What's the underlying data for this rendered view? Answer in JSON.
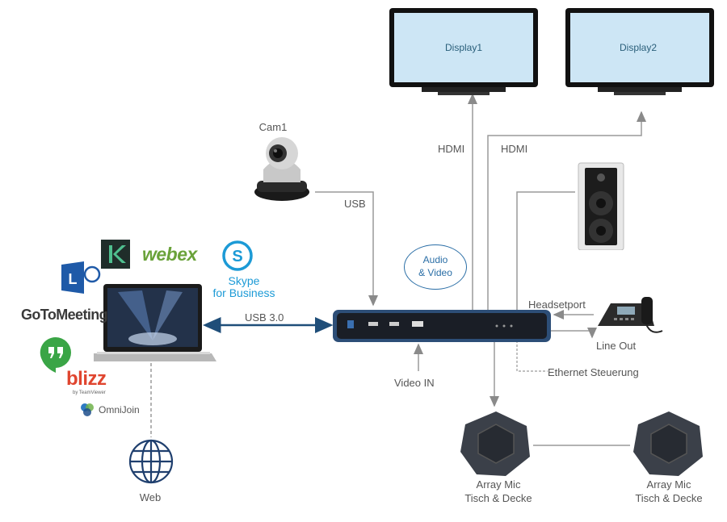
{
  "displays": {
    "display1": "Display1",
    "display2": "Display2"
  },
  "links": {
    "hdmi1": "HDMI",
    "hdmi2": "HDMI",
    "usb_cam": "USB",
    "usb3": "USB 3.0",
    "video_in": "Video IN"
  },
  "devices": {
    "camera": "Cam1",
    "headset": "Headsetport",
    "line_out": "Line Out",
    "ethernet": "Ethernet Steuerung",
    "mic1": [
      "Array Mic",
      "Tisch & Decke"
    ],
    "mic2": [
      "Array Mic",
      "Tisch & Decke"
    ],
    "web": "Web"
  },
  "badge": [
    "Audio",
    "& Video"
  ],
  "apps": {
    "webex": "webex",
    "skype": [
      "Skype",
      "for Business"
    ],
    "gotomeeting": "GoToMeeting",
    "blizz": "blizz",
    "blizz_sub": "by TeamViewer",
    "omnijoin": "OmniJoin"
  },
  "colors": {
    "line": "#9a9a9a",
    "usb3": "#1f4e79",
    "accent": "#2a6ea6"
  }
}
